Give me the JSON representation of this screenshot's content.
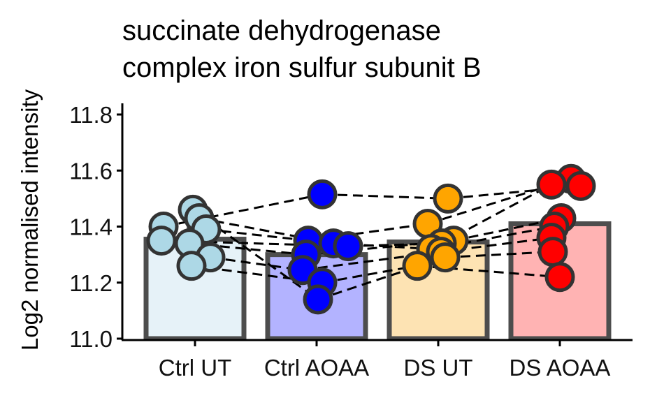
{
  "chart_data": {
    "type": "bar",
    "title_lines": [
      "succinate dehydrogenase",
      "complex iron sulfur subunit B"
    ],
    "xlabel": "",
    "ylabel": "Log2 normalised intensity",
    "ylim": [
      11.0,
      11.85
    ],
    "yticks": [
      "11.0",
      "11.2",
      "11.4",
      "11.6",
      "11.8"
    ],
    "ytick_values": [
      11.0,
      11.2,
      11.4,
      11.6,
      11.8
    ],
    "categories": [
      "Ctrl UT",
      "Ctrl AOAA",
      "DS UT",
      "DS AOAA"
    ],
    "values": [
      11.355,
      11.3,
      11.345,
      11.41
    ],
    "errors": [
      0.035,
      0.04,
      0.035,
      0.045
    ],
    "bar_fill_colors": [
      "#e6f2f8",
      "#b3b3ff",
      "#fde3b3",
      "#ffb3b3"
    ],
    "point_colors": [
      "#add8e6",
      "#0000ff",
      "#ffa500",
      "#ff0000"
    ],
    "bar_outline_color": "#4d4d4d",
    "points": [
      [
        11.46,
        11.43,
        11.4,
        11.39,
        11.35,
        11.34,
        11.29,
        11.26
      ],
      [
        11.515,
        11.35,
        11.34,
        11.33,
        11.3,
        11.245,
        11.2,
        11.14
      ],
      [
        11.5,
        11.41,
        11.35,
        11.34,
        11.32,
        11.31,
        11.29,
        11.26
      ],
      [
        11.57,
        11.55,
        11.545,
        11.43,
        11.4,
        11.36,
        11.31,
        11.22
      ]
    ],
    "pair_links": [
      [
        [
          11.4,
          11.515
        ],
        [
          11.515,
          11.5
        ],
        [
          11.5,
          11.545
        ]
      ],
      [
        [
          11.39,
          11.35
        ],
        [
          11.35,
          11.41
        ],
        [
          11.41,
          11.57
        ]
      ],
      [
        [
          11.35,
          11.33
        ],
        [
          11.33,
          11.34
        ],
        [
          11.34,
          11.55
        ]
      ],
      [
        [
          11.34,
          11.3
        ],
        [
          11.3,
          11.35
        ],
        [
          11.35,
          11.43
        ]
      ],
      [
        [
          11.29,
          11.245
        ],
        [
          11.245,
          11.31
        ],
        [
          11.31,
          11.36
        ]
      ],
      [
        [
          11.26,
          11.2
        ],
        [
          11.2,
          11.26
        ],
        [
          11.26,
          11.22
        ]
      ],
      [
        [
          11.43,
          11.34
        ],
        [
          11.34,
          11.32
        ],
        [
          11.32,
          11.4
        ]
      ],
      [
        [
          11.46,
          11.14
        ],
        [
          11.14,
          11.29
        ],
        [
          11.29,
          11.31
        ]
      ]
    ],
    "grid": false,
    "legend": "none"
  }
}
